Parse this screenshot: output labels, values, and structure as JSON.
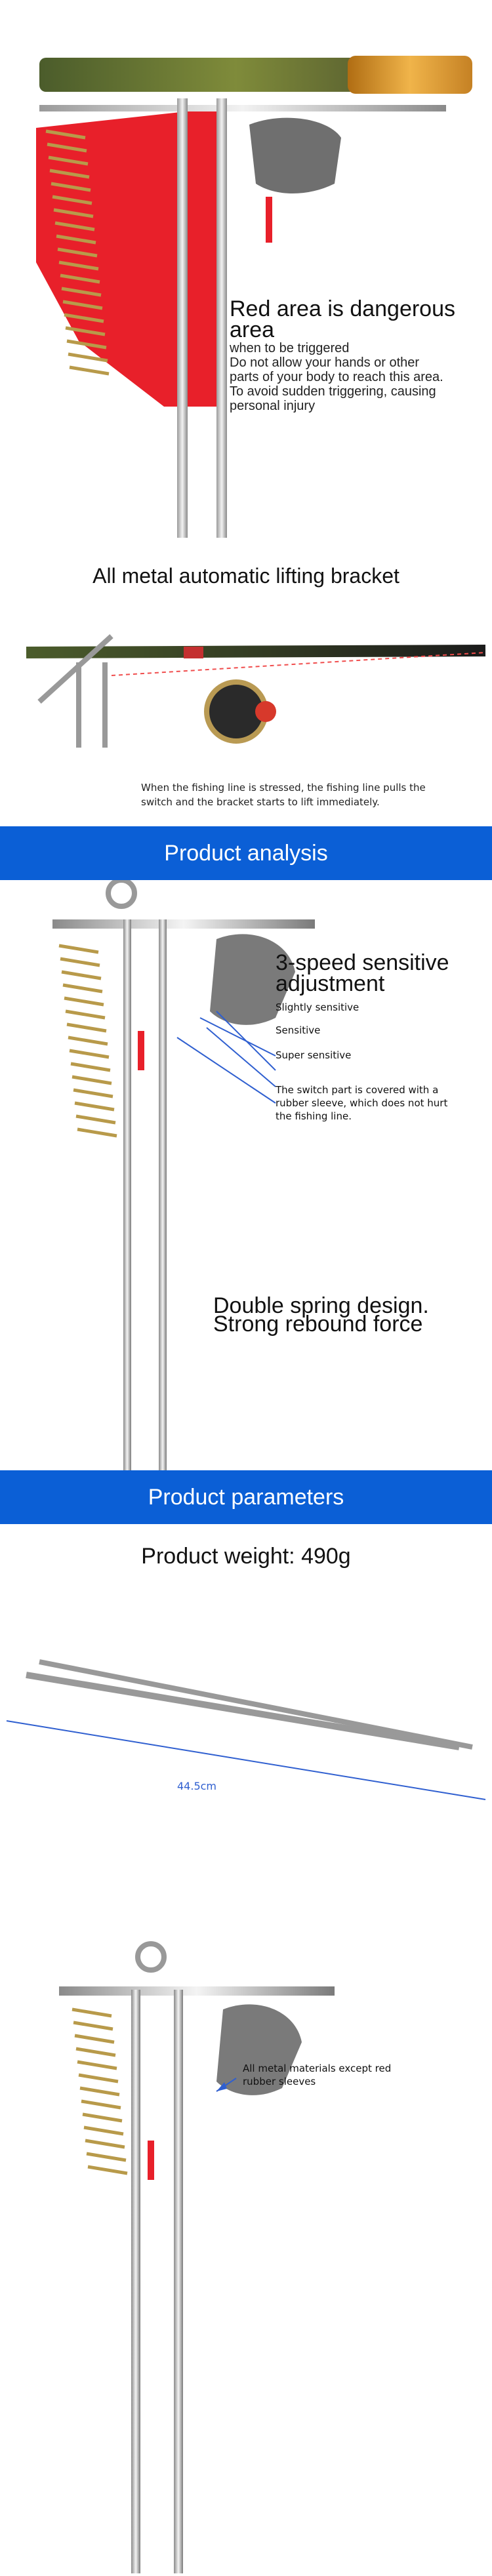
{
  "section1": {
    "heading": "Red area is dangerous area",
    "lines": [
      "when to be triggered",
      "Do not allow your hands or other",
      "parts of your body to reach this area.",
      "To avoid sudden triggering, causing",
      "personal injury"
    ]
  },
  "section2": {
    "title": "All metal automatic lifting bracket",
    "caption_line1": "When the fishing line is stressed, the fishing line pulls the",
    "caption_line2": "switch and the bracket starts to lift immediately."
  },
  "band1": {
    "label": "Product analysis"
  },
  "section3": {
    "title_line1": "3-speed sensitive",
    "title_line2": "adjustment",
    "levels": [
      "Slightly sensitive",
      "Sensitive",
      "Super sensitive"
    ],
    "note_line1": "The switch part is covered with a",
    "note_line2": "rubber sleeve, which does not hurt",
    "note_line3": "the fishing line.",
    "design_line1": "Double spring design.",
    "design_line2": "Strong rebound force"
  },
  "band2": {
    "label": "Product parameters"
  },
  "section4": {
    "weight": "Product weight: 490g",
    "length": "44.5cm"
  },
  "section5": {
    "note_line1": "All metal materials except red",
    "note_line2": "rubber sleeves"
  },
  "colors": {
    "band": "#0b5fd6",
    "red": "#e8202a",
    "annotation_line": "#2f5fd0"
  }
}
